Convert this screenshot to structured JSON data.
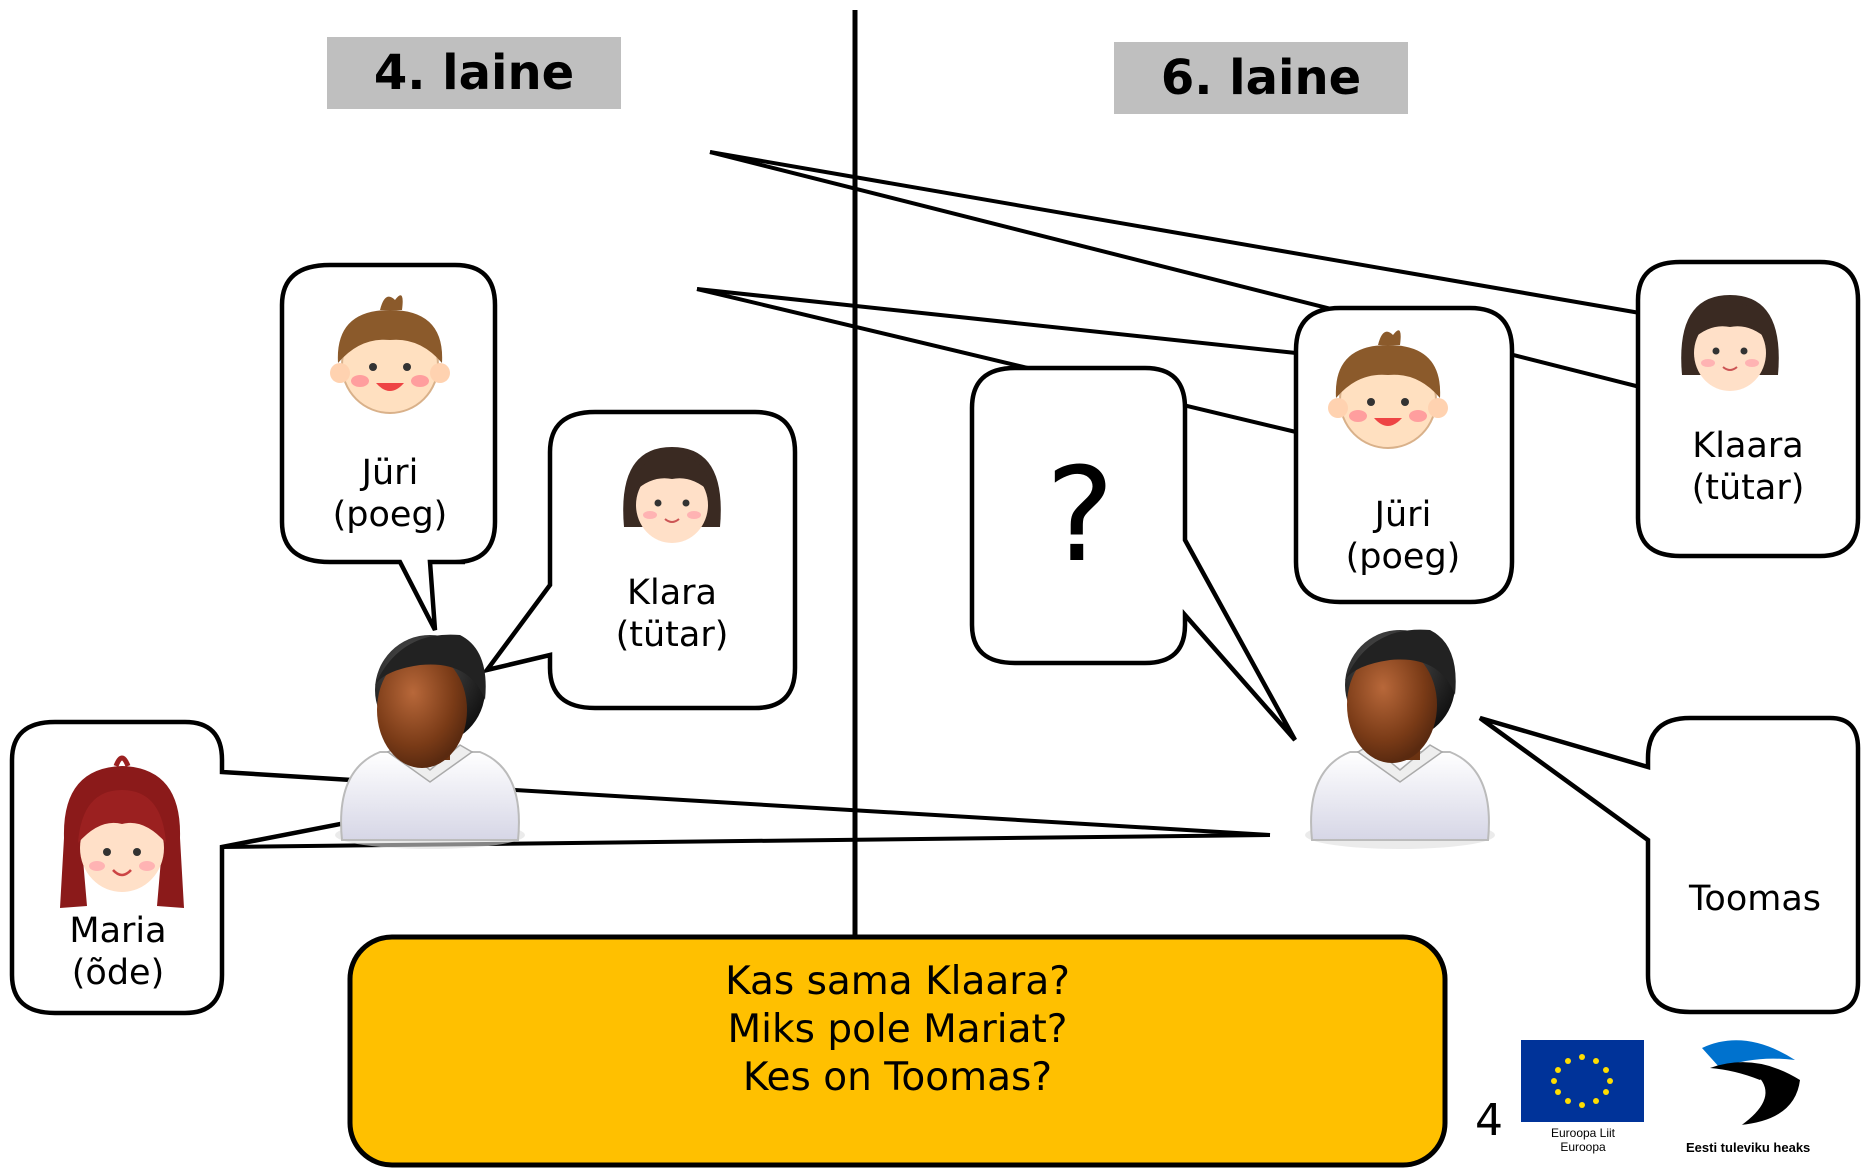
{
  "waves": {
    "left": "4. laine",
    "right": "6. laine"
  },
  "wave4": {
    "juri": {
      "name": "Jüri",
      "role": "(poeg)"
    },
    "klara": {
      "name": "Klara",
      "role": "(tütar)"
    },
    "maria": {
      "name": "Maria",
      "role": "(õde)"
    }
  },
  "wave6": {
    "unknown": "?",
    "juri": {
      "name": "Jüri",
      "role": "(poeg)"
    },
    "klaara": {
      "name": "Klaara",
      "role": "(tütar)"
    },
    "toomas": {
      "name": "Toomas"
    }
  },
  "questions": [
    "Kas sama Klaara?",
    "Miks pole Mariat?",
    "Kes on Toomas?"
  ],
  "page_number": "4",
  "logos": {
    "eu_caption": [
      "Euroopa Liit",
      "Euroopa"
    ],
    "estonia_caption": "Eesti tuleviku heaks"
  },
  "colors": {
    "question_box": "#ffc000",
    "wave_label_bg": "#bfbfbf",
    "eu_blue": "#003399",
    "eu_star": "#ffdd00"
  }
}
